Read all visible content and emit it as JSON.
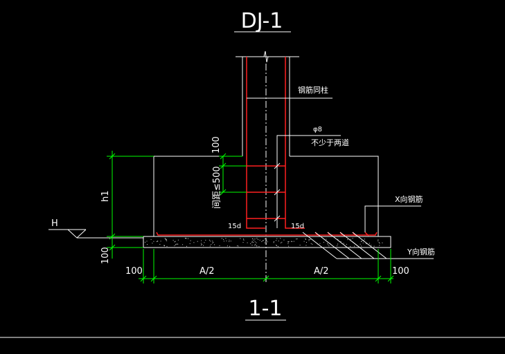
{
  "drawing": {
    "title": "DJ-1",
    "section_label": "1-1",
    "colors": {
      "background": "#000000",
      "outline": "#ffffff",
      "rebar": "#ff2020",
      "dimension": "#00ff00"
    }
  },
  "annotations": {
    "column_rebar": "钢筋同柱",
    "stirrup_size": "φ8",
    "stirrup_count": "不少于两道",
    "stirrup_spacing": "间距≤500",
    "x_rebar": "X向钢筋",
    "y_rebar": "Y向钢筋",
    "hook_left": "15d",
    "hook_right": "15d",
    "elev_mark": "H"
  },
  "dimensions": {
    "top_100": "100",
    "height": "h1",
    "cushion": "100",
    "left_100": "100",
    "half_a_left": "A/2",
    "half_a_right": "A/2",
    "right_100": "100"
  }
}
